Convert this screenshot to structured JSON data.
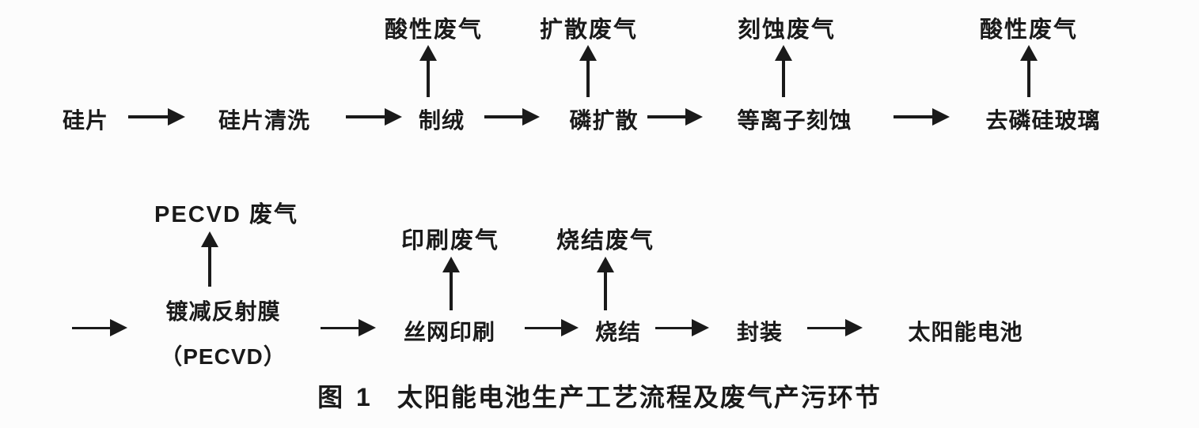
{
  "colors": {
    "ink": "#1a1a1a",
    "bg": "#fcfcfc"
  },
  "caption": {
    "figure_label": "图 1",
    "title": "太阳能电池生产工艺流程及废气产污环节"
  },
  "flow": {
    "row1": [
      {
        "label": "硅片"
      },
      {
        "label": "硅片清洗"
      },
      {
        "label": "制绒",
        "emission": "酸性废气"
      },
      {
        "label": "磷扩散",
        "emission": "扩散废气"
      },
      {
        "label": "等离子刻蚀",
        "emission": "刻蚀废气"
      },
      {
        "label": "去磷硅玻璃",
        "emission": "酸性废气"
      }
    ],
    "row2": [
      {
        "label": "镀减反射膜",
        "sublabel": "（PECVD）",
        "emission": "PECVD 废气"
      },
      {
        "label": "丝网印刷",
        "emission": "印刷废气"
      },
      {
        "label": "烧结",
        "emission": "烧结废气"
      },
      {
        "label": "封装"
      },
      {
        "label": "太阳能电池"
      }
    ]
  }
}
